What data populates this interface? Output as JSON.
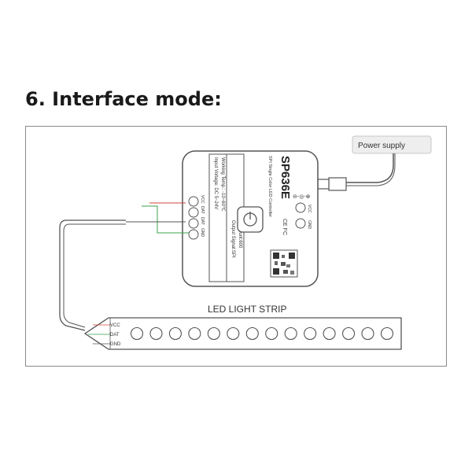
{
  "heading": "6. Interface mode:",
  "power_label": "Power supply",
  "strip_label": "LED LIGHT STRIP",
  "controller": {
    "model": "SP636E",
    "subtitle": "SPI Single Color LED Controller",
    "specs_left": [
      "Input Voltage: DC 5~24V",
      "Working Temp.: -10~60℃"
    ],
    "specs_right": [
      "Output Signal:SPI",
      "IC Count:600"
    ],
    "pins": [
      "VCC",
      "DAT",
      "DAT",
      "GND"
    ],
    "dc_pins": [
      "VCC",
      "GND"
    ],
    "marks": "CE FC"
  },
  "strip_pins": [
    "VCC",
    "DAT",
    "GND"
  ],
  "strip_led_count": 14,
  "colors": {
    "line": "#555555",
    "pin_red": "#d0463b",
    "pin_green": "#3aa34a",
    "frame": "#8a8a8a"
  }
}
